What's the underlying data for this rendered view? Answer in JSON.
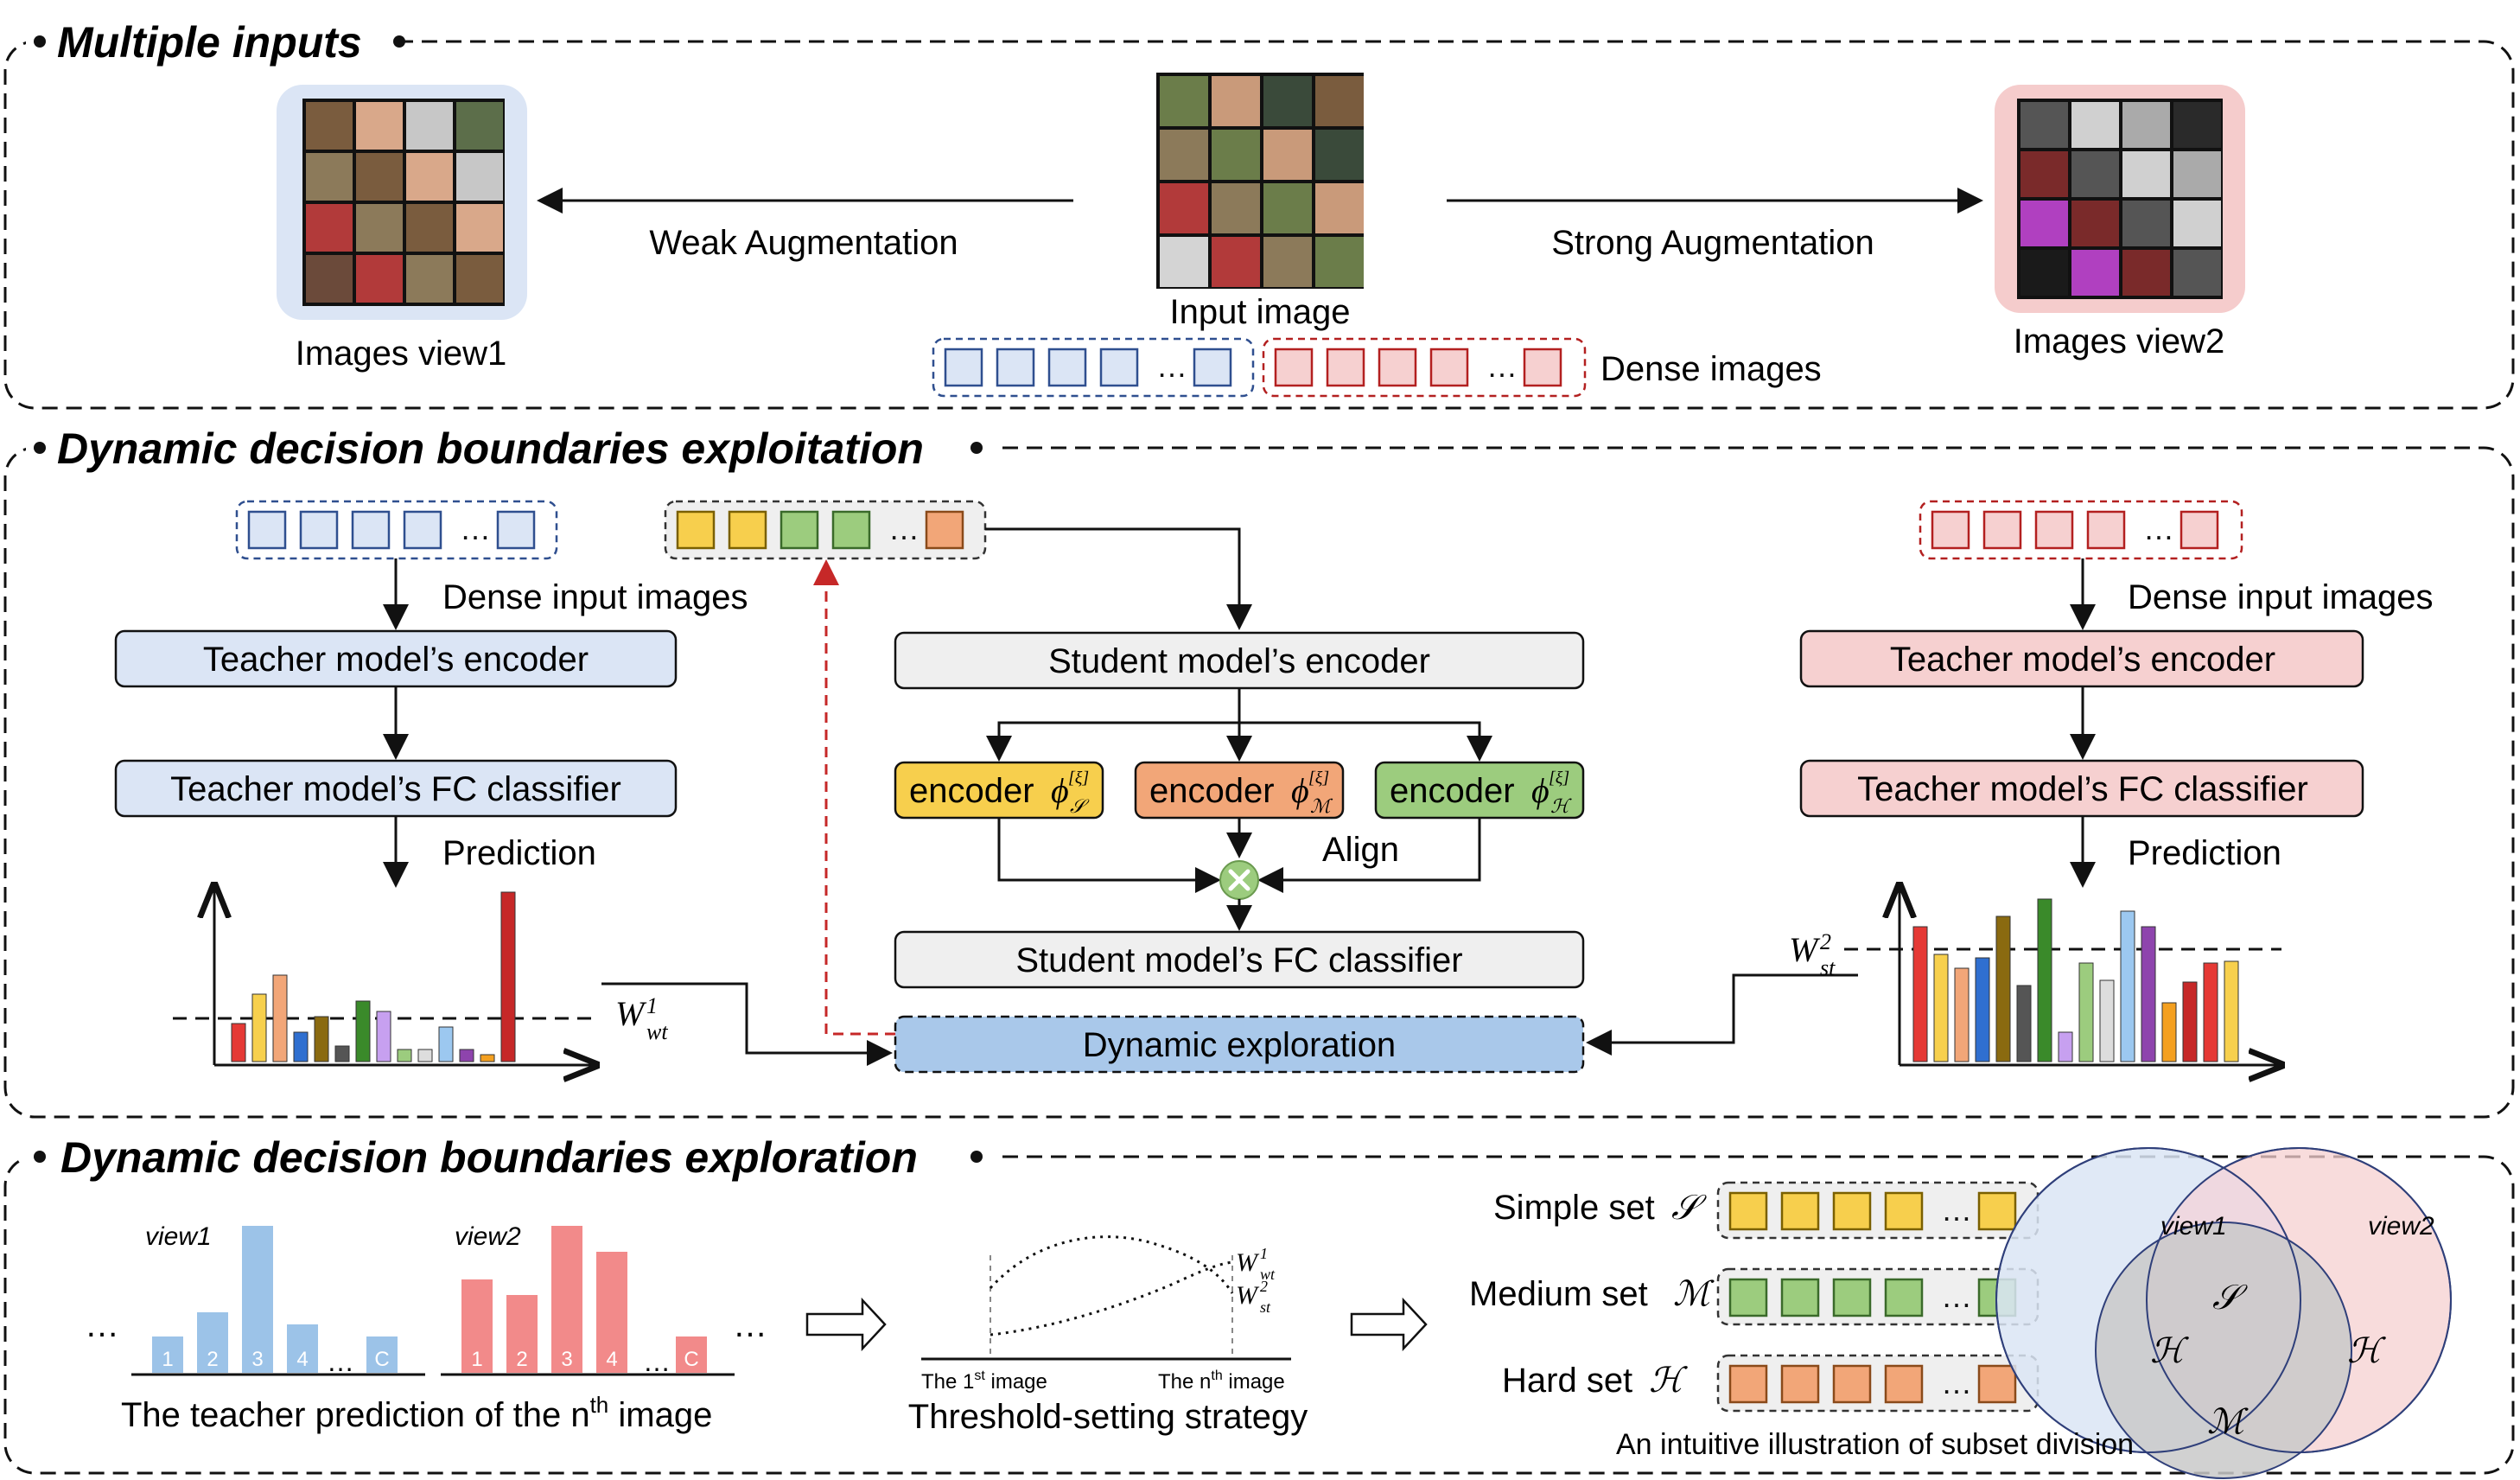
{
  "sections": {
    "multiple_inputs": "Multiple inputs",
    "exploitation": "Dynamic decision boundaries exploitation",
    "exploration": "Dynamic decision boundaries exploration"
  },
  "top": {
    "weak_aug": "Weak Augmentation",
    "strong_aug": "Strong Augmentation",
    "input_image": "Input image",
    "view1": "Images view1",
    "view2": "Images view2",
    "dense_images": "Dense images"
  },
  "middle": {
    "dense_input_left": "Dense input images",
    "dense_input_right": "Dense input images",
    "teacher_encoder_left": "Teacher model’s encoder",
    "teacher_fc_left": "Teacher model’s FC classifier",
    "teacher_encoder_right": "Teacher model’s encoder",
    "teacher_fc_right": "Teacher model’s FC classifier",
    "prediction_left": "Prediction",
    "prediction_right": "Prediction",
    "student_encoder": "Student model’s encoder",
    "encoder_s": "encoder",
    "encoder_m": "encoder",
    "encoder_h": "encoder",
    "align": "Align",
    "student_fc": "Student model’s FC classifier",
    "dynamic_exploration": "Dynamic exploration",
    "w_wt": "W",
    "w_st": "W"
  },
  "bottom": {
    "view1": "view1",
    "view2": "view2",
    "bar_labels_v1": [
      "1",
      "2",
      "3",
      "4",
      "C"
    ],
    "bar_labels_v2": [
      "1",
      "2",
      "3",
      "4",
      "C"
    ],
    "teacher_prediction": "The teacher prediction of the n",
    "teacher_prediction_sup": "th",
    "teacher_prediction_end": " image",
    "threshold_strategy": "Threshold-setting strategy",
    "first_image": "The 1",
    "first_sup": "st",
    "first_end": " image",
    "nth_image": "The n",
    "nth_sup": "th",
    "nth_end": " image",
    "simple_set": "Simple set",
    "medium_set": "Medium set",
    "hard_set": "Hard set",
    "venn_view1": "view1",
    "venn_view2": "view2",
    "subset_caption": "An intuitive illustration of subset division"
  },
  "colors": {
    "blue_fill": "#dbe5f5",
    "blue_stroke": "#2f4f8f",
    "red_fill": "#f6d0d0",
    "red_stroke": "#b32020",
    "gray_fill": "#efefef",
    "yellow": "#f7cf4d",
    "orange": "#f2a678",
    "green": "#9ccc7e",
    "dyn_blue": "#a9c8ea"
  }
}
